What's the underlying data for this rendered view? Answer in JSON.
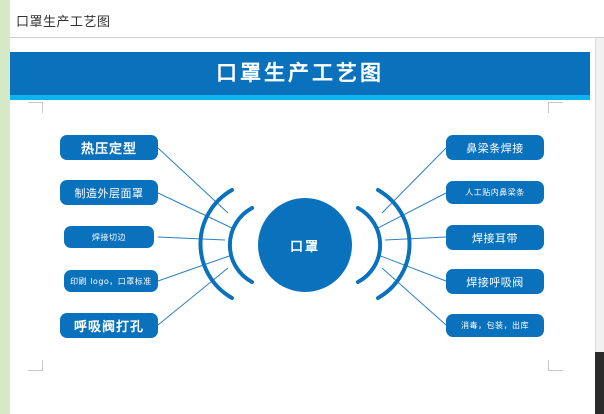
{
  "window": {
    "document_title": "口罩生产工艺图"
  },
  "banner": {
    "title": "口罩生产工艺图"
  },
  "diagram": {
    "type": "radial-process",
    "hub_label": "口罩",
    "accent_color": "#0a72bd",
    "accent_light_color": "#0cb3ef",
    "left_nodes": [
      {
        "label": "热压定型",
        "size": "big"
      },
      {
        "label": "制造外层面罩",
        "size": "mid"
      },
      {
        "label": "焊接切边",
        "size": "small"
      },
      {
        "label": "印刷 logo，口罩标准",
        "size": "small"
      },
      {
        "label": "呼吸阀打孔",
        "size": "big"
      }
    ],
    "right_nodes": [
      {
        "label": "鼻梁条焊接",
        "size": "mid"
      },
      {
        "label": "人工贴内鼻梁条",
        "size": "small"
      },
      {
        "label": "焊接耳带",
        "size": "mid"
      },
      {
        "label": "焊接呼吸阀",
        "size": "mid"
      },
      {
        "label": "消毒，包装，出库",
        "size": "small"
      }
    ]
  }
}
